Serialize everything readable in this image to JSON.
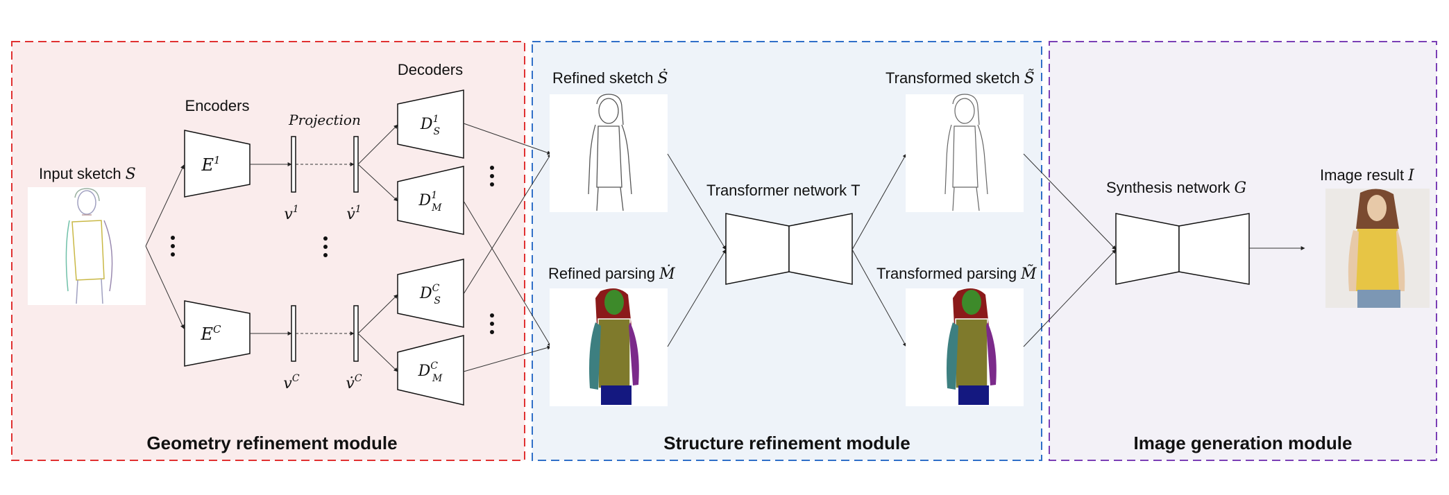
{
  "modules": {
    "geometry": {
      "title": "Geometry refinement module",
      "color": "#e03030",
      "bg": "#faecec"
    },
    "structure": {
      "title": "Structure refinement module",
      "color": "#2f6fc8",
      "bg": "#eef3f9"
    },
    "image": {
      "title": "Image generation module",
      "color": "#7a3fb5",
      "bg": "#f3f1f7"
    }
  },
  "labels": {
    "input_sketch": "Input sketch",
    "input_sketch_sym": "S",
    "encoders": "Encoders",
    "projection": "Projection",
    "decoders": "Decoders",
    "refined_sketch": "Refined sketch",
    "refined_sketch_sym": "Ṡ",
    "refined_parsing": "Refined parsing",
    "refined_parsing_sym": "Ṁ",
    "transformer": "Transformer network",
    "transformer_sym": "T",
    "transformed_sketch": "Transformed sketch",
    "transformed_sketch_sym": "S̃",
    "transformed_parsing": "Transformed parsing",
    "transformed_parsing_sym": "M̃",
    "synthesis": "Synthesis network",
    "synthesis_sym": "G",
    "image_result": "Image result",
    "image_result_sym": "I"
  },
  "encoders": [
    {
      "name": "E",
      "sup": "1"
    },
    {
      "name": "E",
      "sup": "C"
    }
  ],
  "vectors": [
    {
      "name": "v",
      "sup": "1"
    },
    {
      "name": "v̇",
      "sup": "1"
    },
    {
      "name": "v",
      "sup": "C"
    },
    {
      "name": "v̇",
      "sup": "C"
    }
  ],
  "decoders": [
    {
      "name": "D",
      "sup": "1",
      "sub": "S"
    },
    {
      "name": "D",
      "sup": "1",
      "sub": "M"
    },
    {
      "name": "D",
      "sup": "C",
      "sub": "S"
    },
    {
      "name": "D",
      "sup": "C",
      "sub": "M"
    }
  ],
  "colors": {
    "hair": "#8b1a1a",
    "face": "#3d8a2a",
    "dress": "#7f7a2c",
    "arm_left": "#3d7f80",
    "arm_right": "#7b2a8a",
    "pants": "#141880",
    "skin": "#e7c9a8",
    "top_yellow": "#e7c545"
  }
}
